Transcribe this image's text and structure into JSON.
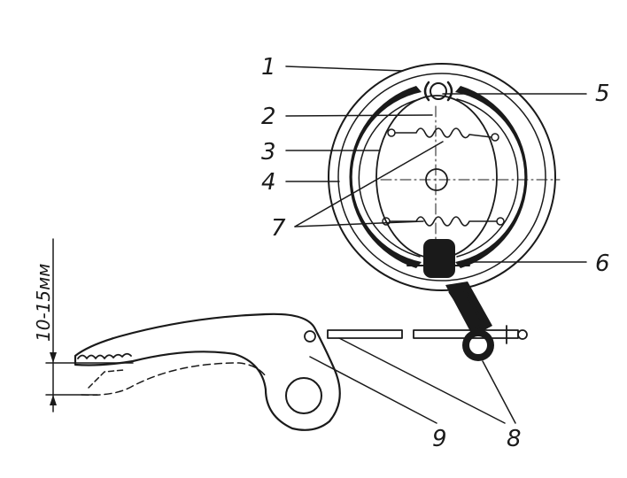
{
  "labels": {
    "l1": "1",
    "l2": "2",
    "l3": "3",
    "l4": "4",
    "l5": "5",
    "l6": "6",
    "l7": "7",
    "l8": "8",
    "l9": "9"
  },
  "dimension": "10-15мм",
  "colors": {
    "ink": "#1a1a1a",
    "paper": "#ffffff"
  }
}
